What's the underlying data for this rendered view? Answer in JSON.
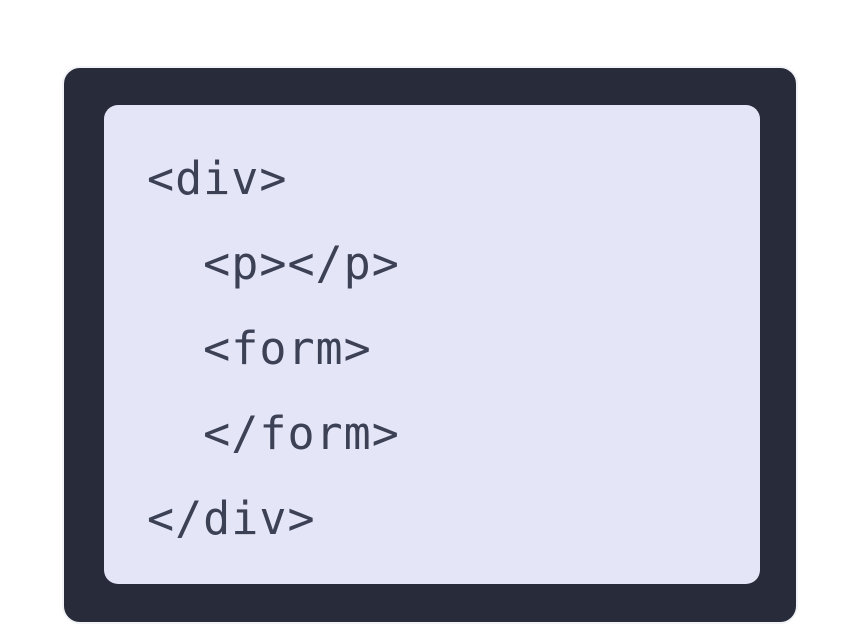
{
  "colors": {
    "outer_background": "#ffffff",
    "frame": "#272b3a",
    "frame_border": "#f2f3f6",
    "card": "#e4e5f6",
    "code_text": "#3c4156"
  },
  "code": {
    "language": "html",
    "lines": [
      "<div>",
      "  <p></p>",
      "  <form>",
      "  </form>",
      "</div>"
    ]
  }
}
